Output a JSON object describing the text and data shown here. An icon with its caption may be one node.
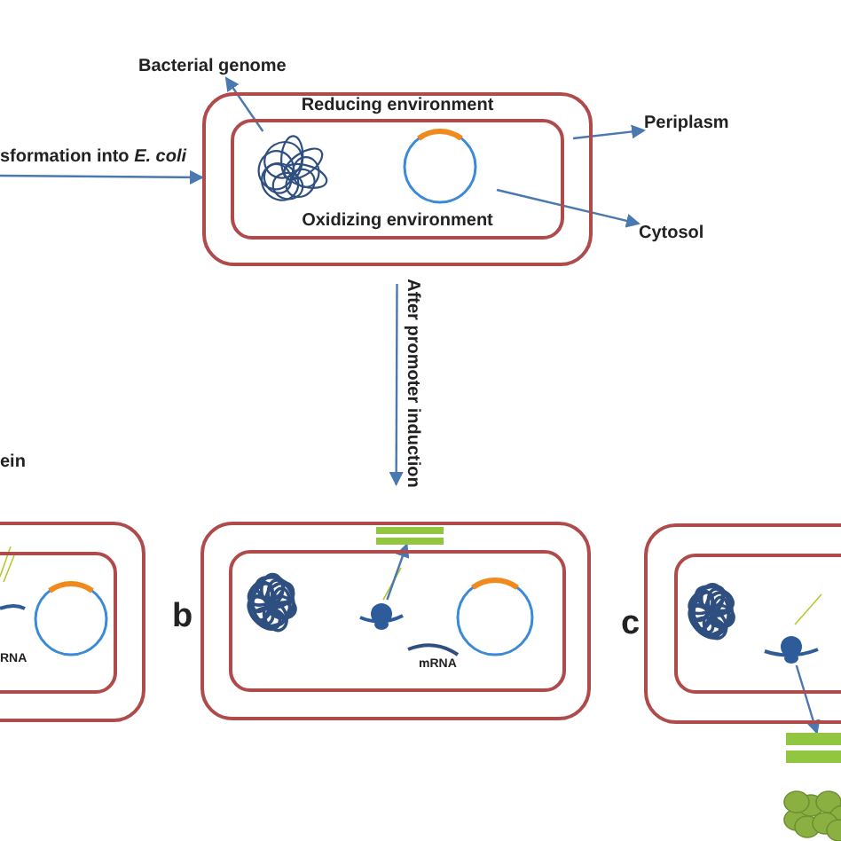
{
  "diagram": {
    "nodes": [
      {
        "text": [
          "Reducing environment"
        ]
      },
      {
        "text": [
          "Oxidizing environment"
        ],
        "in": 0
      },
      {
        "text": [],
        "shape": "picture",
        "in": 1
      },
      {
        "text": [
          "Bacterial genome"
        ]
      },
      {
        "text": [
          "Periplasm"
        ]
      },
      {
        "text": [
          "Cytosol"
        ]
      },
      {
        "text": [],
        "shape": "box"
      },
      {
        "text": [],
        "shape": "box",
        "in": 6
      },
      {
        "text": [],
        "shape": "box"
      },
      {
        "text": [],
        "shape": "box",
        "in": 8
      },
      {
        "text": [],
        "shape": "picture",
        "in": 9
      },
      {
        "text": [],
        "shape": "bar",
        "in": 8
      },
      {
        "text": [],
        "shape": "box"
      },
      {
        "text": [],
        "shape": "box",
        "in": 12
      },
      {
        "text": [],
        "shape": "picture",
        "in": 13
      },
      {
        "text": [],
        "shape": "bar"
      },
      {
        "text": [],
        "shape": "cloud"
      }
    ],
    "edges": [
      {
        "from": null,
        "to": 0,
        "arrow": "to",
        "label": "sformation into *E. coli*"
      },
      {
        "from": 0,
        "to": 8,
        "arrow": "to",
        "label": "After promoter induction"
      },
      {
        "from": 2,
        "to": 3,
        "arrow": "to"
      },
      {
        "from": 0,
        "to": 4,
        "arrow": "to"
      },
      {
        "from": 1,
        "to": 5,
        "arrow": "to"
      },
      {
        "from": 10,
        "to": 11,
        "arrow": "to"
      },
      {
        "from": 14,
        "to": 15,
        "arrow": "to"
      }
    ],
    "labels": [
      "ein",
      "RNA",
      "b",
      "mRNA",
      "c"
    ]
  }
}
